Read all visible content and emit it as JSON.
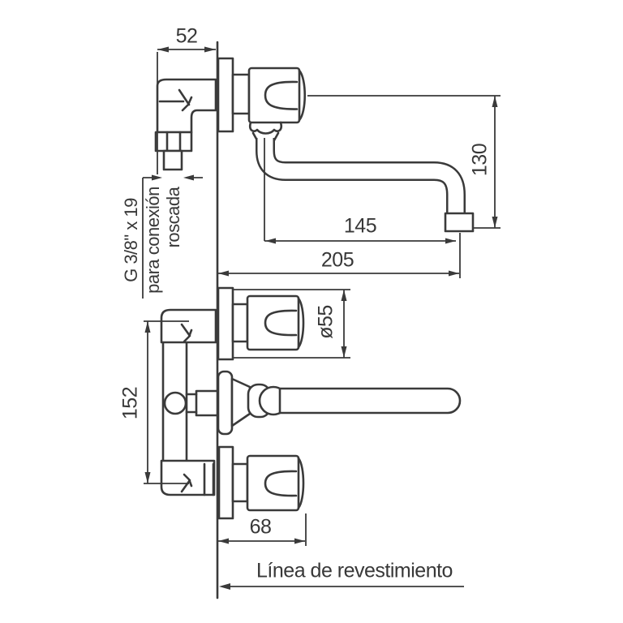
{
  "diagram": {
    "background": "#ffffff",
    "line_color": "#3a3a3a",
    "dimensions": {
      "wall_offset": "52",
      "spout_height": "130",
      "spout_reach": "145",
      "total_reach": "205",
      "handle_diameter": "ø55",
      "inlet_spacing": "152",
      "handle_depth": "68"
    },
    "annotations": {
      "thread_spec": "G 3/8\" x 19",
      "thread_note_line1": "para conexión",
      "thread_note_line2": "roscada",
      "wall_finish_line": "Línea de revestimiento"
    }
  }
}
